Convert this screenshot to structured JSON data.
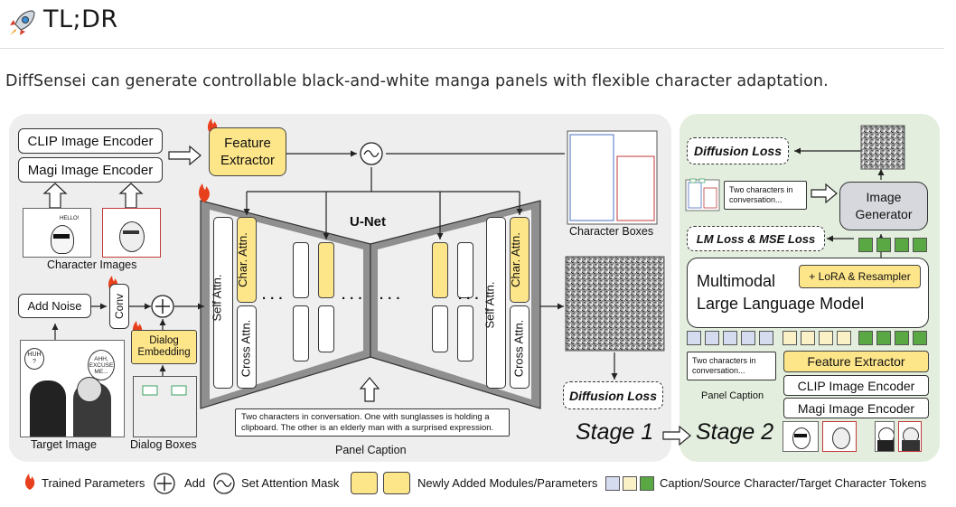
{
  "header": {
    "title": "TL;DR",
    "icon": "rocket-icon"
  },
  "tagline": "DiffSensei can generate controllable black-and-white manga panels with flexible character adaptation.",
  "stage1": {
    "clip_encoder": "CLIP Image Encoder",
    "magi_encoder": "Magi Image Encoder",
    "feature_extractor_1": "Feature",
    "feature_extractor_2": "Extractor",
    "character_images": "Character Images",
    "add_noise": "Add Noise",
    "conv": "Conv",
    "dialog_embedding_1": "Dialog",
    "dialog_embedding_2": "Embedding",
    "target_image": "Target Image",
    "dialog_boxes": "Dialog Boxes",
    "unet": "U-Net",
    "self_attn": "Self Attn.",
    "cross_attn": "Cross Attn.",
    "char_attn": "Char. Attn.",
    "dots": "· · ·",
    "character_boxes": "Character Boxes",
    "caption_text": "Two characters in conversation. One with sunglasses is holding a clipboard. The other is an elderly man with a surprised expression.",
    "panel_caption": "Panel Caption",
    "diffusion_loss": "Diffusion Loss",
    "stage_label": "Stage 1",
    "bubble_1": "HUH\n?",
    "bubble_2": "AHH,\nEXCUSE\nME...",
    "hello": "HELLO!"
  },
  "stage2": {
    "diffusion_loss": "Diffusion Loss",
    "caption_snippet": "Two characters in conversation...",
    "image_generator_1": "Image",
    "image_generator_2": "Generator",
    "lm_loss": "LM Loss & MSE Loss",
    "mllm_1": "Multimodal",
    "mllm_2": "Large Language Model",
    "lora": "+ LoRA & Resampler",
    "caption_snippet_2": "Two characters in conversation...",
    "panel_caption": "Panel Caption",
    "feature_extractor": "Feature Extractor",
    "clip_encoder": "CLIP Image Encoder",
    "magi_encoder": "Magi Image Encoder",
    "stage_label": "Stage 2"
  },
  "legend": {
    "trained": "Trained Parameters",
    "add": "Add",
    "mask": "Set Attention Mask",
    "new_modules": "Newly Added Modules/Parameters",
    "tokens": "Caption/Source Character/Target Character Tokens"
  },
  "colors": {
    "yellow": "#fde58a",
    "token_blue": "#d6dcef",
    "token_cream": "#fbf1c6",
    "token_green": "#5aa844",
    "fire": "#e8401c",
    "stage1_bg": "#eeeeee",
    "stage2_bg": "#e3eede"
  }
}
